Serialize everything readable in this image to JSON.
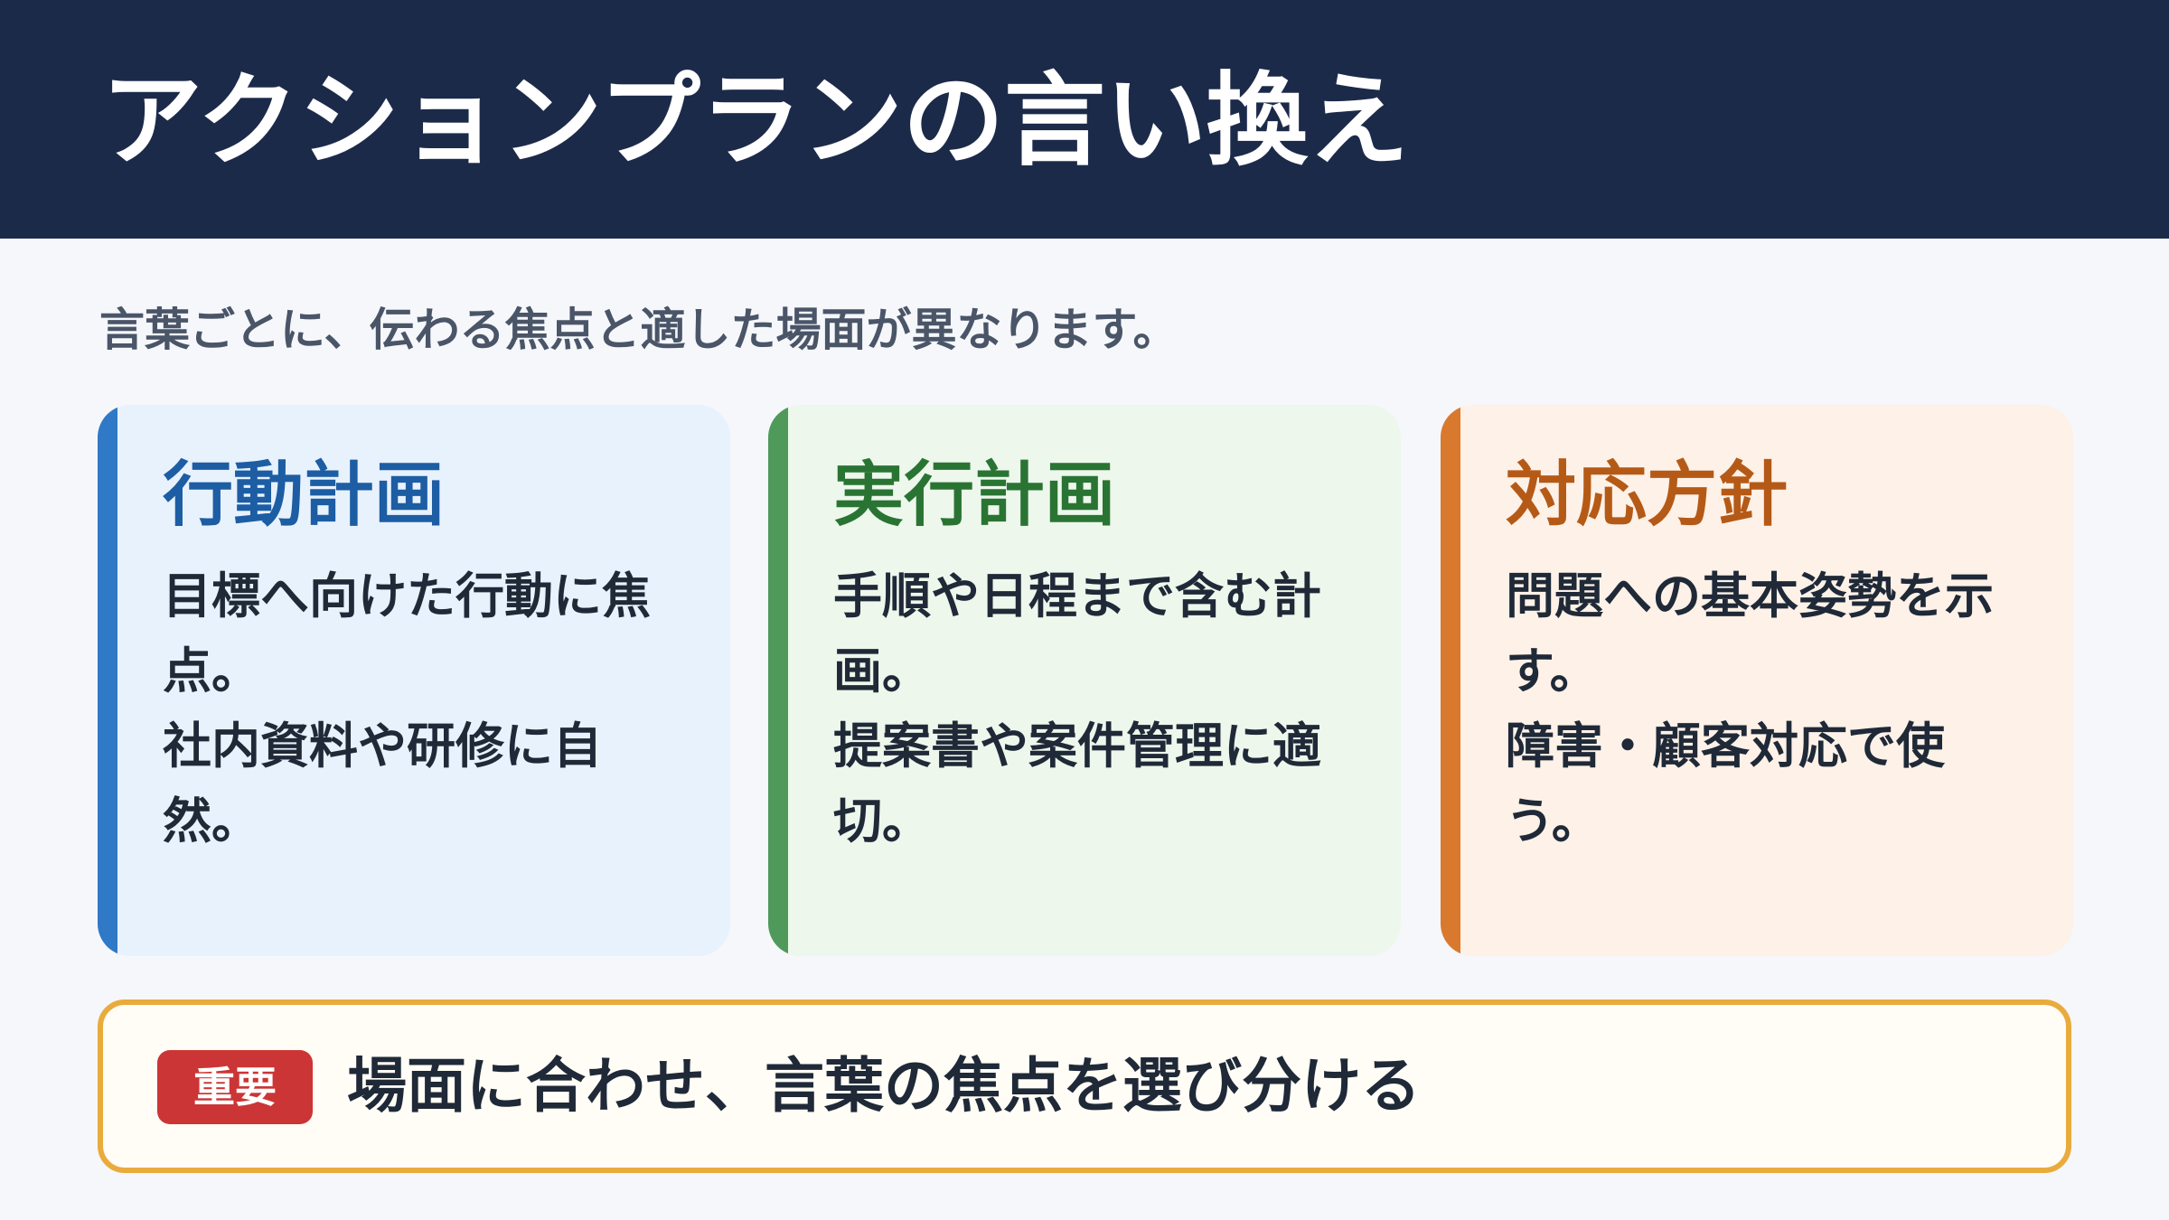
{
  "header": {
    "title": "アクションプランの言い換え"
  },
  "subtitle": "言葉ごとに、伝わる焦点と適した場面が異なります。",
  "cards": [
    {
      "title": "行動計画",
      "lines": [
        "目標へ向けた行動に焦点。",
        "社内資料や研修に自然。"
      ]
    },
    {
      "title": "実行計画",
      "lines": [
        "手順や日程まで含む計画。",
        "提案書や案件管理に適切。"
      ]
    },
    {
      "title": "対応方針",
      "lines": [
        "問題への基本姿勢を示す。",
        "障害・顧客対応で使う。"
      ]
    }
  ],
  "note": {
    "badge": "重要",
    "text": "場面に合わせ、言葉の焦点を選び分ける"
  },
  "colors": {
    "header_bg": "#1c2a4a",
    "card1_accent": "#2f79c6",
    "card2_accent": "#4f9a5a",
    "card3_accent": "#d9792e",
    "badge_bg": "#cc3535",
    "note_border": "#e9ab3c"
  }
}
